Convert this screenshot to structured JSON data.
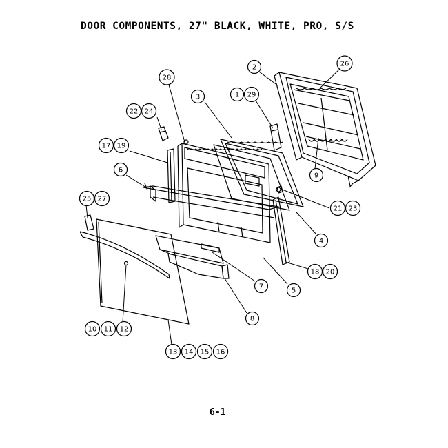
{
  "title": "DOOR COMPONENTS, 27\" BLACK, WHITE, PRO, S/S",
  "page_number": "6-1",
  "callouts": [
    {
      "id": "c2",
      "labels": [
        "2"
      ]
    },
    {
      "id": "c26",
      "labels": [
        "26"
      ]
    },
    {
      "id": "c28",
      "labels": [
        "28"
      ]
    },
    {
      "id": "c3",
      "labels": [
        "3"
      ]
    },
    {
      "id": "c1",
      "labels": [
        "1",
        "29"
      ]
    },
    {
      "id": "c22",
      "labels": [
        "22",
        "24"
      ]
    },
    {
      "id": "c17",
      "labels": [
        "17",
        "19"
      ]
    },
    {
      "id": "c9",
      "labels": [
        "9"
      ]
    },
    {
      "id": "c6",
      "labels": [
        "6"
      ]
    },
    {
      "id": "c21",
      "labels": [
        "21",
        "23"
      ]
    },
    {
      "id": "c25",
      "labels": [
        "25",
        "27"
      ]
    },
    {
      "id": "c4",
      "labels": [
        "4"
      ]
    },
    {
      "id": "c18",
      "labels": [
        "18",
        "20"
      ]
    },
    {
      "id": "c7",
      "labels": [
        "7"
      ]
    },
    {
      "id": "c5",
      "labels": [
        "5"
      ]
    },
    {
      "id": "c8",
      "labels": [
        "8"
      ]
    },
    {
      "id": "c10",
      "labels": [
        "10",
        "11",
        "12"
      ]
    },
    {
      "id": "c13",
      "labels": [
        "13",
        "14",
        "15",
        "16"
      ]
    }
  ]
}
